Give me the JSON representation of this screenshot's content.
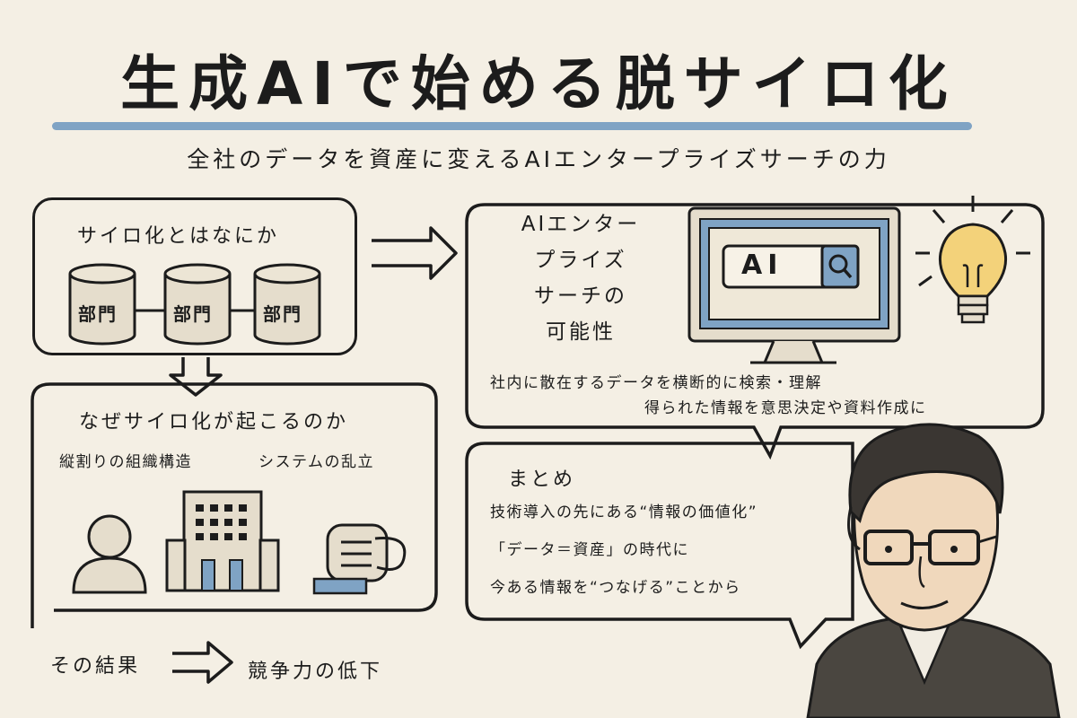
{
  "title": "生成AIで始める脱サイロ化",
  "subtitle": "全社のデータを資産に変えるAIエンタープライズサーチの力",
  "silo": {
    "heading": "サイロ化とはなにか",
    "departments": [
      "部門",
      "部門",
      "部門"
    ]
  },
  "why": {
    "heading": "なぜサイロ化が起こるのか",
    "cause_1": "縦割りの組織構造",
    "cause_2": "システムの乱立"
  },
  "result": {
    "label": "その結果",
    "outcome": "競争力の低下"
  },
  "ai_search": {
    "heading_lines": [
      "AIエンター",
      "プライズ",
      "サーチの",
      "可能性"
    ],
    "search_box_text": "AI",
    "desc_1": "社内に散在するデータを横断的に検索・理解",
    "desc_2": "得られた情報を意思決定や資料作成に"
  },
  "summary": {
    "heading": "まとめ",
    "line_1": "技術導入の先にある“情報の価値化”",
    "line_2": "「データ＝資産」の時代に",
    "line_3": "今ある情報を“つなげる”ことから"
  },
  "colors": {
    "accent_blue": "#7fa3c4",
    "ink": "#1c1c1c",
    "paper": "#f4efe4",
    "bulb_yellow": "#f3d27a"
  },
  "icons": [
    "database-icon",
    "arrow-right-icon",
    "arrow-down-icon",
    "person-icon",
    "building-icon",
    "server-icon",
    "monitor-icon",
    "search-icon",
    "lightbulb-icon",
    "presenter-portrait"
  ]
}
